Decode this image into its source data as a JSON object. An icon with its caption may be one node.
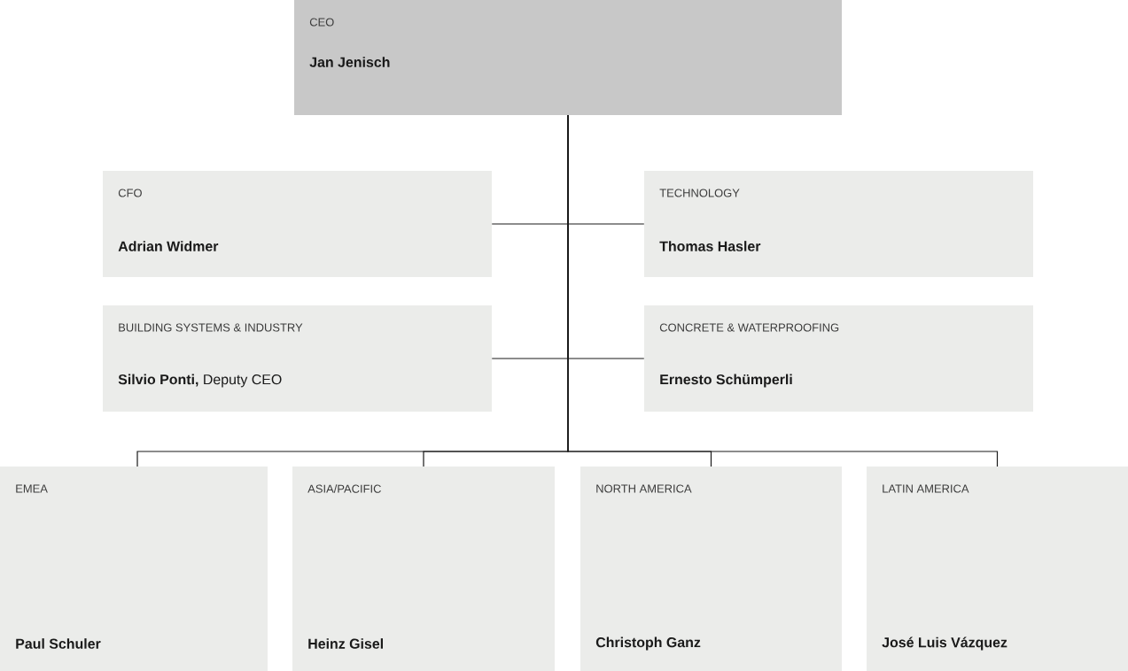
{
  "diagram": {
    "nodes": [
      {
        "text": [
          "CEO",
          "Jan Jenisch"
        ]
      },
      {
        "text": [
          "CFO",
          "Adrian Widmer"
        ]
      },
      {
        "text": [
          "TECHNOLOGY",
          "Thomas Hasler"
        ]
      },
      {
        "text": [
          "BUILDING SYSTEMS & INDUSTRY",
          "**Silvio Ponti,** Deputy CEO"
        ]
      },
      {
        "text": [
          "CONCRETE & WATERPROOFING",
          "Ernesto Schümperli"
        ]
      },
      {
        "text": [
          "EMEA",
          "Paul Schuler"
        ]
      },
      {
        "text": [
          "ASIA/PACIFIC",
          "Heinz Gisel"
        ]
      },
      {
        "text": [
          "NORTH AMERICA",
          "Christoph Ganz"
        ]
      },
      {
        "text": [
          "LATIN AMERICA",
          "José Luis Vázquez"
        ]
      }
    ],
    "edges": [
      {
        "from": 0,
        "to": 1,
        "arrow": "none"
      },
      {
        "from": 0,
        "to": 2,
        "arrow": "none"
      },
      {
        "from": 0,
        "to": 3,
        "arrow": "none"
      },
      {
        "from": 0,
        "to": 4,
        "arrow": "none"
      },
      {
        "from": 0,
        "to": 5,
        "arrow": "none"
      },
      {
        "from": 0,
        "to": 6,
        "arrow": "none"
      },
      {
        "from": 0,
        "to": 7,
        "arrow": "none"
      },
      {
        "from": 0,
        "to": 8,
        "arrow": "none"
      }
    ]
  }
}
